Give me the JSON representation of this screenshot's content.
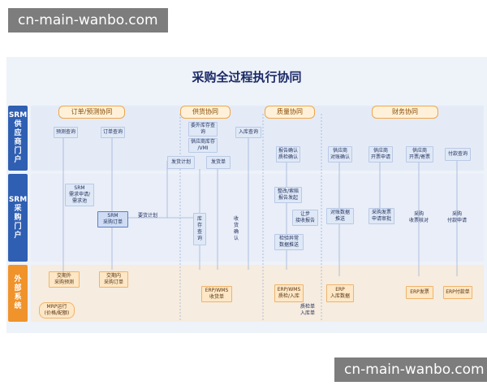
{
  "watermark": {
    "top": "cn-main-wanbo.com",
    "bottom": "cn-main-wanbo.com"
  },
  "colors": {
    "lane_label": "#2f5fb3",
    "lane_label_ext": "#f0932b",
    "accent": "#f0a54a",
    "box_fill": "#dfe8f6"
  },
  "diagram": {
    "title": "采购全过程执行协同",
    "lanes": [
      {
        "id": "srm-portal",
        "label": "SRM\n供\n应\n商\n门\n户"
      },
      {
        "id": "srm-purchase",
        "label": "SRM\n采\n购\n门\n户"
      },
      {
        "id": "external",
        "label": "外\n部\n系\n统"
      }
    ],
    "phases": [
      {
        "id": "order",
        "label": "订单/预测协同"
      },
      {
        "id": "supply",
        "label": "供货协同"
      },
      {
        "id": "quality",
        "label": "质量协同"
      },
      {
        "id": "finance",
        "label": "财务协同"
      }
    ],
    "nodes": {
      "forecast_query": "预测查询",
      "order_query": "订单查询",
      "consign_stock": "委外库存查\n询",
      "vendor_stock": "供应商库存\n/VMI",
      "ship_plan": "发货计划",
      "ship_order": "发货单",
      "receipt_query": "入库查询",
      "report_confirm": "报告确认\n质检确认",
      "recon_confirm": "供应商\n对账确认",
      "invoice_apply": "供应商\n开票申请",
      "invoice_recon": "供应商\n开票/寄票",
      "payment_query": "付款查询",
      "srm_demand": "SRM\n需求申请/\n需求池",
      "srm_order": "SRM\n采购订单",
      "delivery_plan": "要货计划",
      "stock_query": "库\n存\n查\n询",
      "receive_confirm": "收\n货\n确\n认",
      "rectify": "整改/索赔\n报告发起",
      "improve_report": "让步\n接收报告",
      "inspect_exception": "检验异常\n数据推送",
      "recon_push": "对账数据\n推送",
      "invoice_review": "采购发票\n申请审批",
      "receipt_verify": "采购\n收票核对",
      "pay_apply": "采购\n付款申请",
      "ext_forecast": "交期外\n采购预测",
      "ext_order": "交期内\n采购订单",
      "mrp": "MRP运行\n(价格/配额)",
      "erp_wms_receipt": "ERP/WMS\n收货单",
      "erp_wms_inspect": "ERP/WMS\n质检/入库",
      "inspect_in": "质检单\n入库单",
      "erp_receipt_data": "ERP\n入库数据",
      "erp_invoice": "ERP发票",
      "erp_payment": "ERP付款单"
    }
  }
}
